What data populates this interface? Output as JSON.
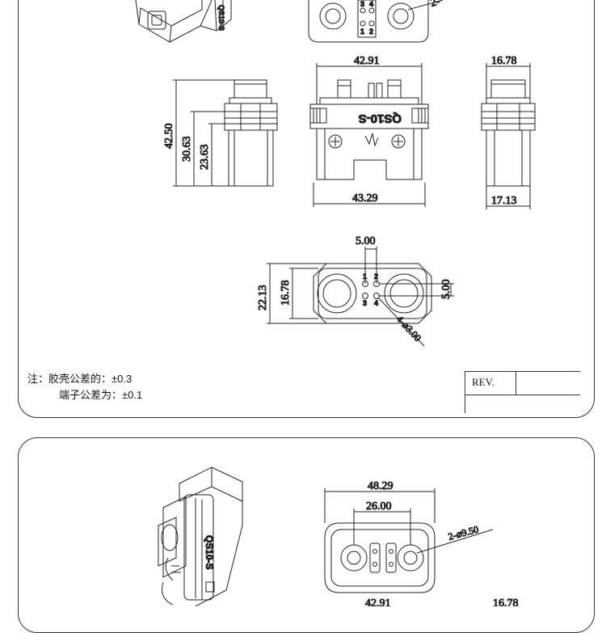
{
  "top_panel": {
    "dims_front": {
      "width_top": "42.91",
      "width_bottom": "43.29"
    },
    "dims_left": {
      "height_total": "42.50",
      "height_mid": "30.63",
      "height_low": "23.63"
    },
    "dims_right": {
      "width_top": "16.78",
      "width_bottom": "17.13"
    },
    "dims_bottom_view": {
      "pin_pitch": "5.00",
      "height_outer": "22.13",
      "height_inner": "16.78",
      "pin_vertical_pitch": "5.00",
      "pin_hole_spec": "4-⌀3.00"
    },
    "marking": "QS10-S",
    "pins_top_view": [
      "3",
      "4",
      "1",
      "2"
    ],
    "pins_bottom_view": [
      "1",
      "2",
      "3",
      "4"
    ],
    "iso_marking": "QS10-S",
    "top_hole_spec_partial": "2-",
    "notes": {
      "line1": "注：胶壳公差的：±0.3",
      "line2": "端子公差为：±0.1"
    },
    "rev_label": "REV."
  },
  "bottom_panel": {
    "dims_top_view": {
      "overall_width": "48.29",
      "hole_pitch": "26.00",
      "hole_spec": "2-⌀9.50"
    },
    "dims_lower": {
      "width_front": "42.91",
      "width_side": "16.78"
    },
    "iso_marking": "QS10-S"
  }
}
